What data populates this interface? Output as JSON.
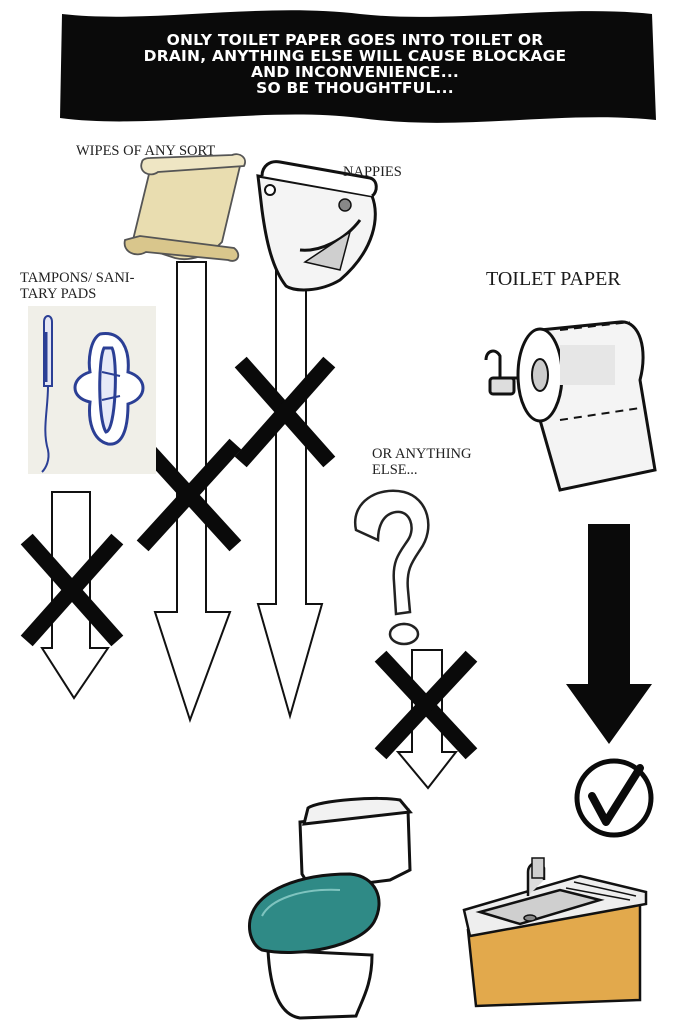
{
  "banner": {
    "lines": [
      "ONLY TOILET PAPER GOES INTO TOILET OR",
      "DRAIN, ANYTHING ELSE WILL CAUSE BLOCKAGE",
      "AND INCONVENIENCE...",
      "SO BE THOUGHTFUL..."
    ]
  },
  "labels": {
    "wipes": "WIPES OF ANY SORT",
    "nappies": "NAPPIES",
    "tampons": [
      "TAMPONS/ SANI-",
      "TARY PADS"
    ],
    "toilet_paper": "TOILET PAPER",
    "anything_else": [
      "OR ANYTHING",
      "ELSE..."
    ]
  },
  "icons": [
    "wipes-scroll-icon",
    "nappy-icon",
    "tampon-icon",
    "sanitary-pad-icon",
    "toilet-roll-icon",
    "question-mark-icon",
    "cross-icon",
    "check-icon",
    "toilet-icon",
    "sink-icon"
  ],
  "colors": {
    "banner": "#0a0a0a",
    "toilet_seat": "#2f8a86",
    "sink_cabinet": "#e2a94c",
    "pad_ink": "#2b3f95",
    "wipes": "#e9ddb0"
  }
}
